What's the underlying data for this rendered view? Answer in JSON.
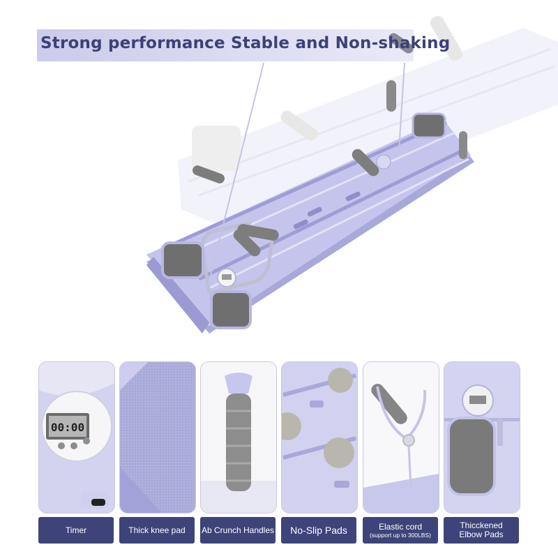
{
  "headline": "Strong performance Stable and Non-shaking",
  "timer_display": "00:00",
  "features": [
    {
      "label": "Timer",
      "sub": ""
    },
    {
      "label": "Thick knee pad",
      "sub": ""
    },
    {
      "label": "Ab Crunch Handles",
      "sub": ""
    },
    {
      "label": "No-Slip Pads",
      "sub": ""
    },
    {
      "label": "Elastic cord",
      "sub": "(support up to 300LBS)"
    },
    {
      "label": "Thicckened",
      "label2": "Elbow  Pads",
      "sub": ""
    }
  ],
  "colors": {
    "board": "#c5c4ec",
    "board_dark": "#a9a8db",
    "pad": "#6f6f70",
    "label_bg": "#3e4479",
    "title_text": "#3d4177"
  }
}
